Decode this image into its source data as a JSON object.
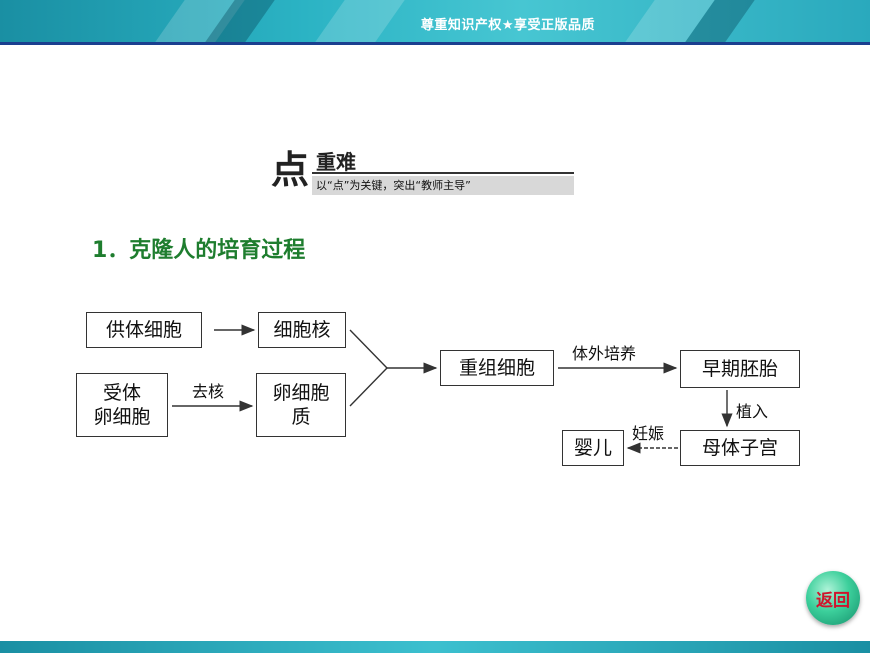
{
  "header": {
    "title": "尊重知识产权★享受正版品质"
  },
  "badge": {
    "char": "点",
    "title": "重难",
    "subtitle": "以“点”为关键，突出“教师主导”"
  },
  "section": {
    "heading": "1．克隆人的培育过程"
  },
  "flow": {
    "donor_cell": "供体细胞",
    "nucleus": "细胞核",
    "recipient_line1": "受体",
    "recipient_line2": "卵细胞",
    "enucleate_label": "去核",
    "cytoplasm_line1": "卵细胞",
    "cytoplasm_line2": "质",
    "recombined_cell": "重组细胞",
    "culture_label": "体外培养",
    "early_embryo": "早期胚胎",
    "implant_label": "植入",
    "mother_uterus": "母体子宫",
    "pregnancy_label": "妊娠",
    "infant": "婴儿"
  },
  "nav": {
    "return_label": "返回"
  },
  "colors": {
    "heading": "#1e7d2e",
    "header_bar": "#2bb3c4",
    "return_text": "#d0142c"
  }
}
